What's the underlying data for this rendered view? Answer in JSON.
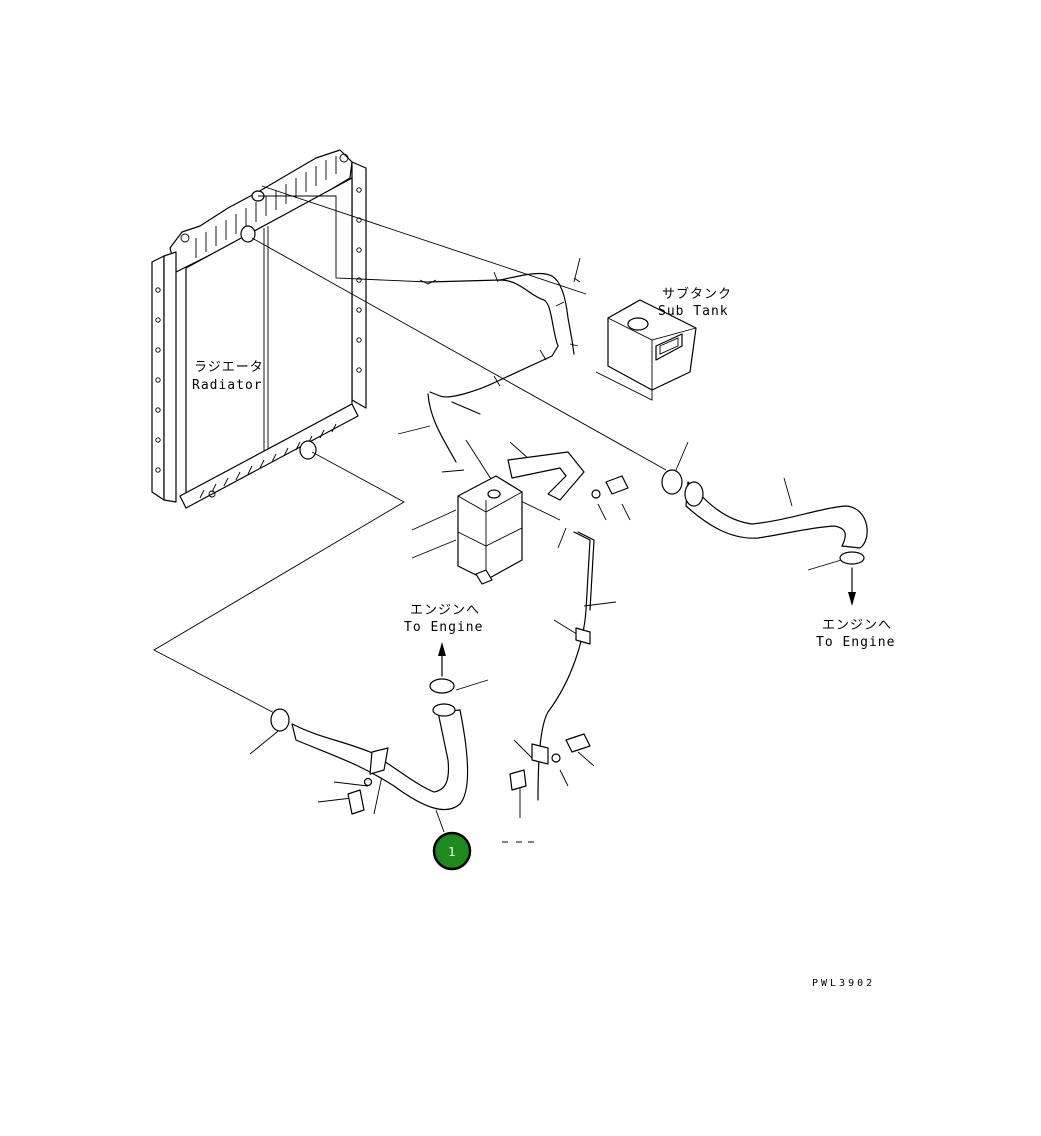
{
  "labels": {
    "radiator_jp": "ラジエータ",
    "radiator_en": "Radiator",
    "subtank_jp": "サブタンク",
    "subtank_en": "Sub Tank",
    "engine_left_jp": "エンジンへ",
    "engine_left_en": "To Engine",
    "engine_right_jp": "エンジンへ",
    "engine_right_en": "To Engine"
  },
  "callout": {
    "number": "1",
    "color": "#1e8a1e"
  },
  "drawing_code": "PWL3902"
}
